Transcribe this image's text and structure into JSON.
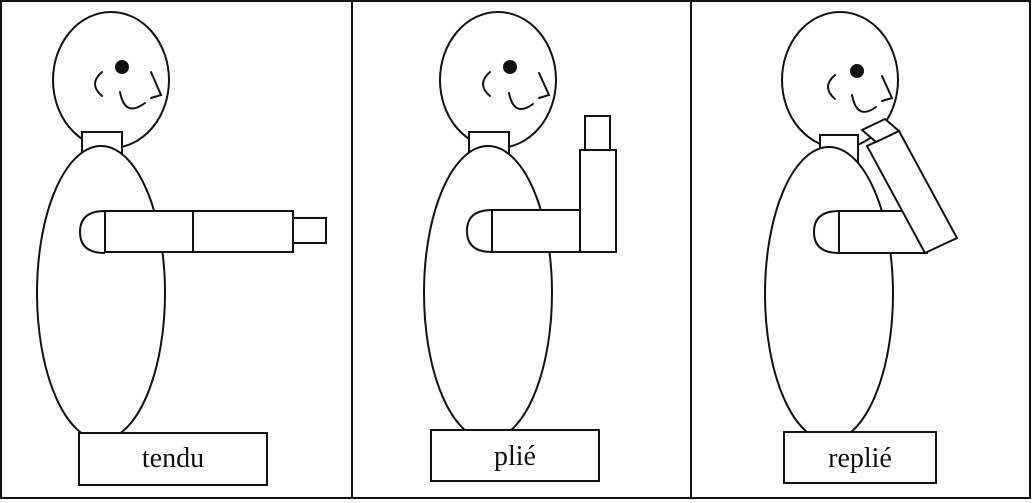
{
  "panels": [
    {
      "label": "tendu"
    },
    {
      "label": "plié"
    },
    {
      "label": "replié"
    }
  ]
}
